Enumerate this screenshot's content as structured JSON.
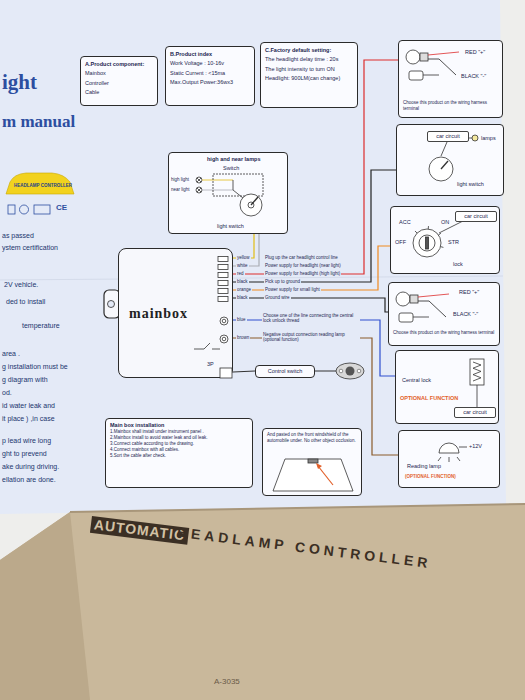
{
  "diagram": {
    "nodes": [
      {
        "text": [
          "A.Product component:",
          "Mainbox",
          "Controller",
          "Cable"
        ]
      },
      {
        "text": [
          "B.Product index",
          "Work Voltage : 10-16v",
          "Static Current : <15ma",
          "Max.Output Power:36wx3"
        ]
      },
      {
        "text": [
          "C.Factory default setting:",
          "The headlight delay time : 20s",
          "The light intensity to turn ON",
          "Headlight: 900LM(can change)"
        ]
      },
      {
        "text": [
          "RED \"+\"",
          "BLACK \"-\"",
          "Choose this product on the wiring harness terminal"
        ]
      },
      {
        "text": [
          "high and near lamps",
          "Switch",
          "high light",
          "near light",
          "light switch"
        ]
      },
      {
        "text": [
          "lamps",
          "light switch"
        ]
      },
      {
        "text": [
          "car circuit"
        ],
        "in": 5
      },
      {
        "text": [
          "ACC",
          "ON",
          "OFF",
          "STR",
          "lock"
        ]
      },
      {
        "text": [
          "car circuit"
        ],
        "in": 7
      },
      {
        "text": [
          "RED \"+\"",
          "BLACK \"-\"",
          "Choose this product on the wiring harness terminal"
        ]
      },
      {
        "text": [
          "mainbox",
          "3P"
        ]
      },
      {
        "text": [
          "Control switch"
        ]
      },
      {
        "text": [
          "Central lock",
          "OPTIONAL FUNCTION"
        ]
      },
      {
        "text": [
          "car circuit"
        ],
        "in": 12
      },
      {
        "text": [
          "Main box installation",
          "1.Mainbox shall install under instrument panel .",
          "2.Mainbox install to avoid water leak and oil leak.",
          "3.Connect cable according to the drawing.",
          "4.Connect mainbox with all cables.",
          "5.Sort the cable after check."
        ]
      },
      {
        "text": [
          "And pasted on the front windshield of the automobile under. No other object occlusion."
        ]
      },
      {
        "text": [
          "+12V",
          "Reading lamp",
          "(OPTIONAL FUNCTION)"
        ]
      }
    ],
    "edges": [
      {
        "from": 10,
        "to": 4,
        "arrow": "none",
        "label": "yellow"
      },
      {
        "from": 10,
        "to": 4,
        "arrow": "none",
        "label": "white"
      },
      {
        "from": 10,
        "to": 3,
        "arrow": "none",
        "label": "red"
      },
      {
        "from": 10,
        "to": 5,
        "arrow": "none",
        "label": "black"
      },
      {
        "from": 10,
        "to": 7,
        "arrow": "none",
        "label": "orange"
      },
      {
        "from": 10,
        "to": 9,
        "arrow": "none",
        "label": "black"
      },
      {
        "from": 10,
        "to": 12,
        "arrow": "none",
        "label": "blue"
      },
      {
        "from": 10,
        "to": 16,
        "arrow": "none",
        "label": "brown"
      },
      {
        "from": 10,
        "to": 11,
        "arrow": "none"
      }
    ],
    "labels": [
      "ight",
      "m manual",
      "HEADLAMP CONTROLLER",
      "CE",
      "as passed",
      "ystem certification",
      "2V vehicle.",
      "ded to install",
      "temperature",
      "area .",
      "g installation must be",
      "g diagram with",
      "od.",
      "id water leak and",
      "it place ) ,in case",
      "p lead wire long",
      "ght to prevend",
      "ake during driving.",
      "ellation are done.",
      "Plug up the car headlight control line",
      "Power supply for headlight (near light)",
      "Power supply for headlight (high light)",
      "Pick up to ground",
      "Power supply for small light",
      "Ground wire",
      "Choose one of the line connecting the central lock unlock thread",
      "Negative output connection reading lamp (optional function)",
      "AUTOMATIC",
      "HEADLAMP CONTROLLER",
      "A-3035"
    ]
  }
}
